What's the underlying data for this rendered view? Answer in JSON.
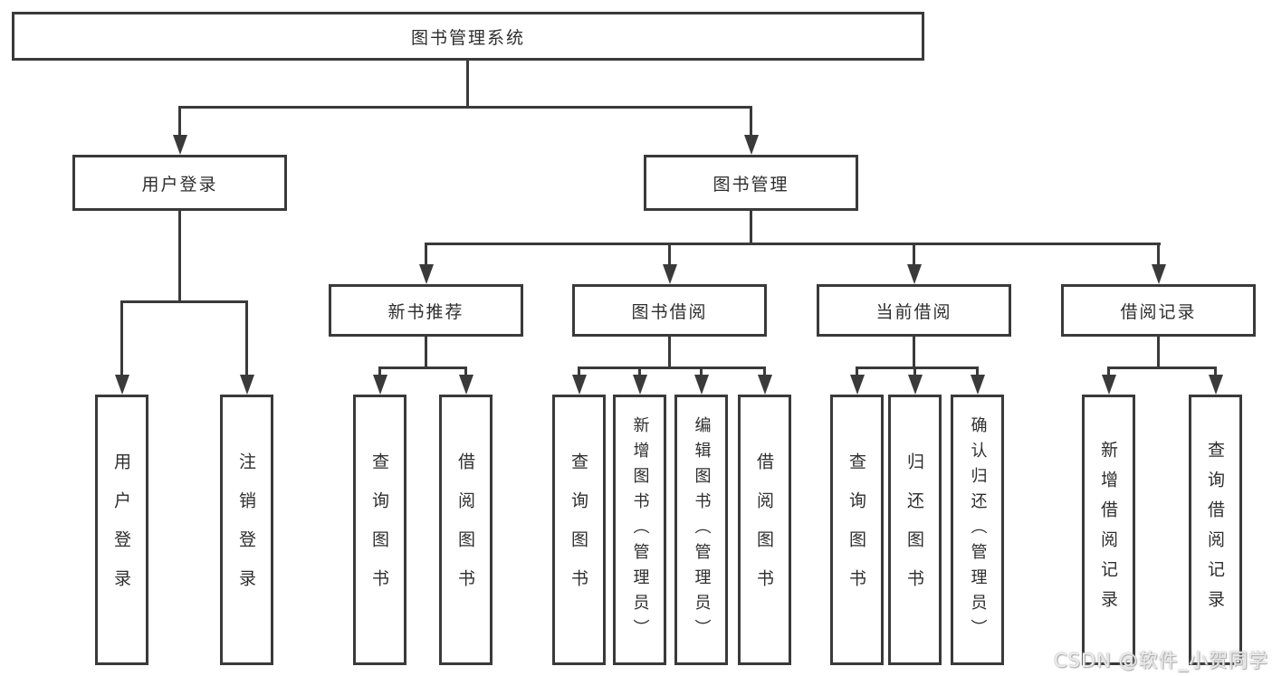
{
  "tree": {
    "label": "图书管理系统",
    "children": [
      {
        "label": "用户登录",
        "children": [
          {
            "label": "用户登录"
          },
          {
            "label": "注销登录"
          }
        ]
      },
      {
        "label": "图书管理",
        "children": [
          {
            "label": "新书推荐",
            "children": [
              {
                "label": "查询图书"
              },
              {
                "label": "借阅图书"
              }
            ]
          },
          {
            "label": "图书借阅",
            "children": [
              {
                "label": "查询图书"
              },
              {
                "label": "新增图书（管理员）"
              },
              {
                "label": "编辑图书（管理员）"
              },
              {
                "label": "借阅图书"
              }
            ]
          },
          {
            "label": "当前借阅",
            "children": [
              {
                "label": "查询图书"
              },
              {
                "label": "归还图书"
              },
              {
                "label": "确认归还（管理员）"
              }
            ]
          },
          {
            "label": "借阅记录",
            "children": [
              {
                "label": "新增借阅记录"
              },
              {
                "label": "查询借阅记录"
              }
            ]
          }
        ]
      }
    ]
  },
  "watermark": {
    "text": "CSDN @软件_小贺同学"
  },
  "colors": {
    "line": "#3a3a3a",
    "text": "#2e2e2e",
    "background": "#ffffff",
    "watermark": "#ececec"
  }
}
